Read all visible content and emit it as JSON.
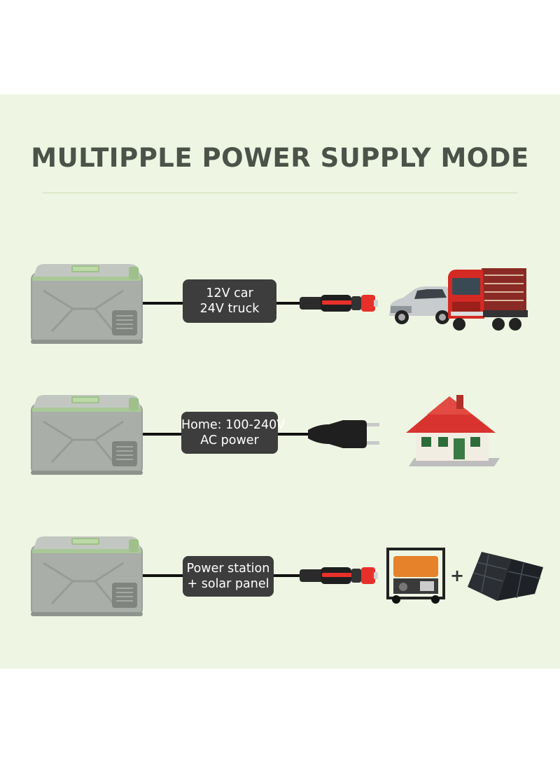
{
  "title": "MULTIPPLE POWER SUPPLY MODE",
  "modes": [
    {
      "line1": "12V car",
      "line2": "24V truck"
    },
    {
      "line1": "Home: 100-240V",
      "line2": "AC power"
    },
    {
      "line1": "Power station",
      "line2": "+ solar panel"
    }
  ],
  "plus_sign": "+",
  "colors": {
    "background": "#eef6e3",
    "label_bg": "#3d3d3d",
    "title": "#4b5249",
    "accent_red": "#e8302a",
    "fridge_green": "#9fc08a"
  },
  "icons": [
    "car-fridge-icon",
    "car-plug-icon",
    "car-icon",
    "truck-icon",
    "ac-plug-icon",
    "house-icon",
    "generator-icon",
    "solar-panel-icon"
  ]
}
